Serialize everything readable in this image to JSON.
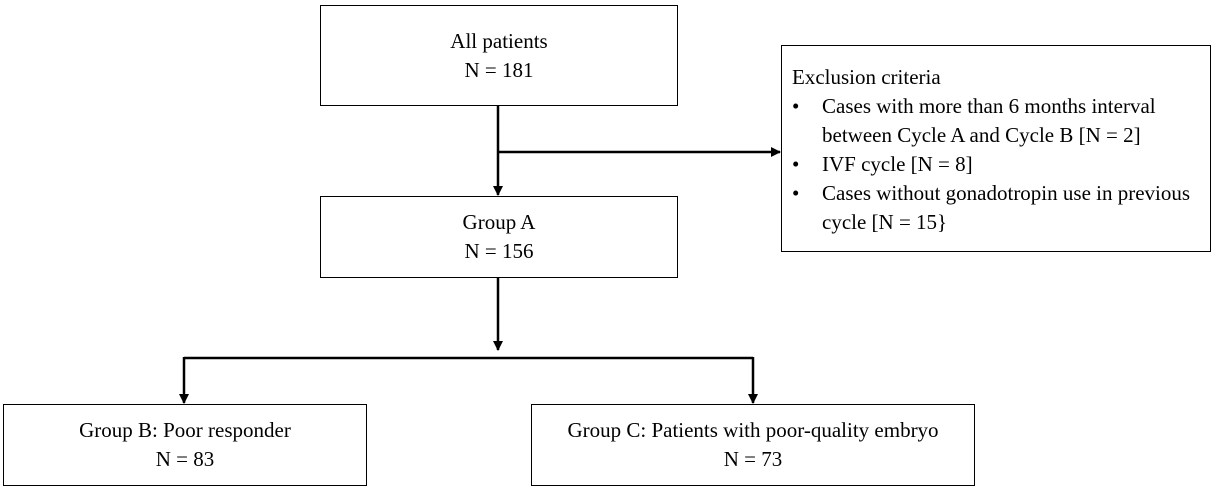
{
  "boxes": {
    "all_patients": {
      "label": "All patients",
      "count": "N = 181"
    },
    "group_a": {
      "label": "Group A",
      "count": "N = 156"
    },
    "group_b": {
      "label": "Group B: Poor responder",
      "count": "N = 83"
    },
    "group_c": {
      "label": "Group C: Patients with poor-quality embryo",
      "count": "N = 73"
    }
  },
  "exclusion": {
    "title": "Exclusion criteria",
    "bullet": "•",
    "items": [
      "Cases with more than 6 months interval between Cycle A and Cycle B [N = 2]",
      "IVF cycle [N = 8]",
      "Cases without gonadotropin use in previous cycle [N = 15}"
    ]
  }
}
